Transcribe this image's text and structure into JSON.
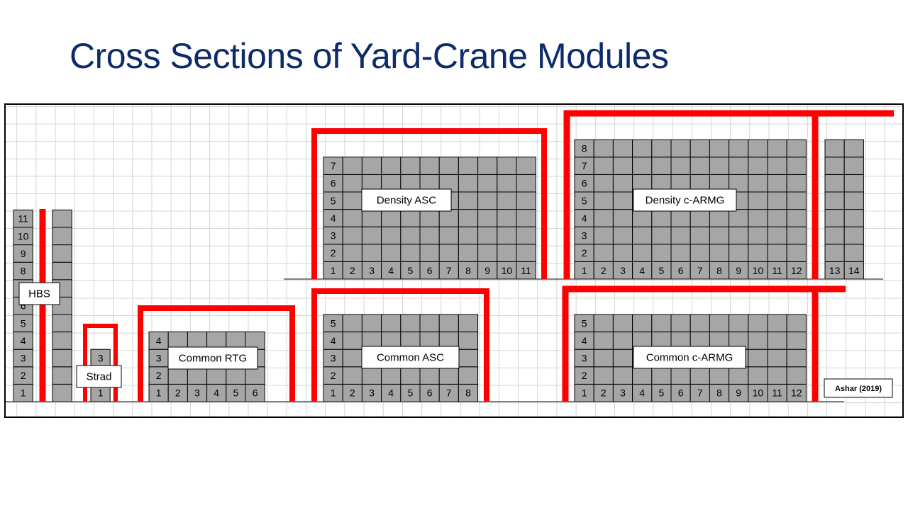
{
  "slide": {
    "title": "Cross Sections of Yard-Crane Modules"
  },
  "colors": {
    "title": "#0d2a6b",
    "crane": "#ff0000",
    "container": "#a6a6a6",
    "grid": "#d4d4d4"
  },
  "modules": {
    "hbs": {
      "label": "HBS",
      "tiers": [
        "1",
        "2",
        "3",
        "4",
        "5",
        "6",
        "7",
        "8",
        "9",
        "10",
        "11"
      ]
    },
    "strad": {
      "label": "Strad",
      "row_numbers": [
        "1"
      ],
      "tiers": [
        "3"
      ]
    },
    "common_rtg": {
      "label": "Common RTG",
      "row_numbers": [
        "1",
        "2",
        "3",
        "4",
        "5",
        "6"
      ],
      "tiers": [
        "2",
        "3",
        "4"
      ]
    },
    "density_asc": {
      "label": "Density ASC",
      "row_numbers": [
        "1",
        "2",
        "3",
        "4",
        "5",
        "6",
        "7",
        "8",
        "9",
        "10",
        "11"
      ],
      "tiers": [
        "2",
        "3",
        "4",
        "5",
        "6",
        "7"
      ]
    },
    "common_asc": {
      "label": "Common ASC",
      "row_numbers": [
        "1",
        "2",
        "3",
        "4",
        "5",
        "6",
        "7",
        "8"
      ],
      "tiers": [
        "2",
        "3",
        "4",
        "5"
      ]
    },
    "density_carmg": {
      "label": "Density c-ARMG",
      "row_numbers": [
        "1",
        "2",
        "3",
        "4",
        "5",
        "6",
        "7",
        "8",
        "9",
        "10",
        "11",
        "12"
      ],
      "extra_row_numbers": [
        "13",
        "14"
      ],
      "tiers": [
        "2",
        "3",
        "4",
        "5",
        "6",
        "7",
        "8"
      ]
    },
    "common_carmg": {
      "label": "Common c-ARMG",
      "row_numbers": [
        "1",
        "2",
        "3",
        "4",
        "5",
        "6",
        "7",
        "8",
        "9",
        "10",
        "11",
        "12"
      ],
      "tiers": [
        "2",
        "3",
        "4",
        "5"
      ]
    }
  },
  "citation": "Ashar (2019)"
}
